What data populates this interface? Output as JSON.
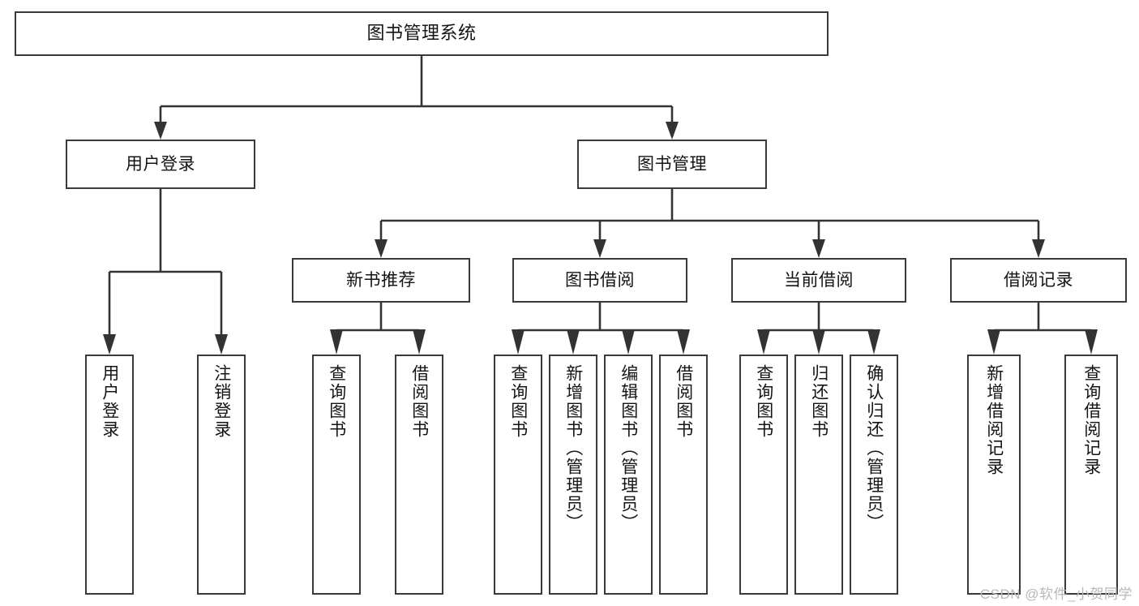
{
  "diagram": {
    "title": "图书管理系统",
    "type": "tree",
    "watermark": "CSDN @软件_小贺同学",
    "colors": {
      "box_border": "#3a3a3a",
      "box_fill": "#ffffff",
      "connector": "#333333",
      "text": "#141414",
      "watermark": "#b8b8b8"
    },
    "nodes": {
      "root": {
        "label": "图书管理系统"
      },
      "level2": [
        {
          "label": "用户登录"
        },
        {
          "label": "图书管理"
        }
      ],
      "level3": [
        {
          "label": "新书推荐"
        },
        {
          "label": "图书借阅"
        },
        {
          "label": "当前借阅"
        },
        {
          "label": "借阅记录"
        }
      ],
      "leaves": {
        "user_login": [
          {
            "label": "用户登录"
          },
          {
            "label": "注销登录"
          }
        ],
        "new_book_recommend": [
          {
            "label": "查询图书"
          },
          {
            "label": "借阅图书"
          }
        ],
        "book_borrow": [
          {
            "label": "查询图书"
          },
          {
            "label": "新增图书（管理员）"
          },
          {
            "label": "编辑图书（管理员）"
          },
          {
            "label": "借阅图书"
          }
        ],
        "current_borrow": [
          {
            "label": "查询图书"
          },
          {
            "label": "归还图书"
          },
          {
            "label": "确认归还（管理员）"
          }
        ],
        "borrow_records": [
          {
            "label": "新增借阅记录"
          },
          {
            "label": "查询借阅记录"
          }
        ]
      }
    }
  }
}
